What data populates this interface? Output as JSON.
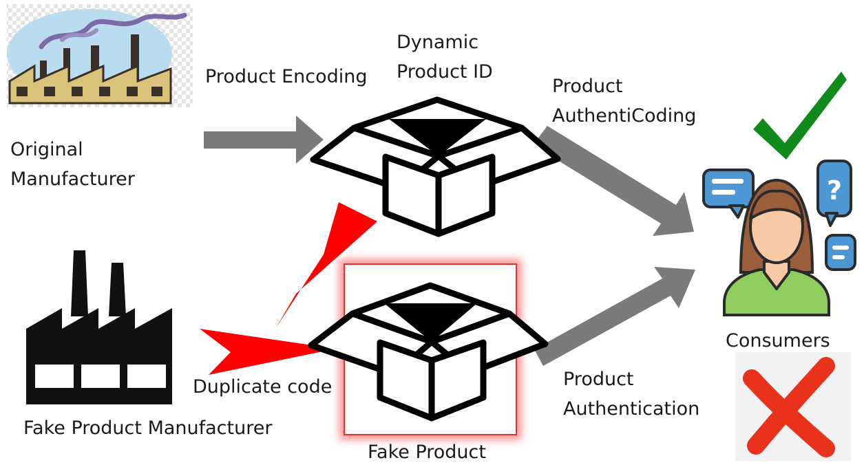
{
  "diagram": {
    "labels": {
      "dynamic_product_id_1": "Dynamic",
      "dynamic_product_id_2": "Product ID",
      "product_encoding": "Product Encoding",
      "product_authenticoding_1": "Product",
      "product_authenticoding_2": "AuthentiCoding",
      "original_manufacturer_1": "Original",
      "original_manufacturer_2": "Manufacturer",
      "consumers": "Consumers",
      "duplicate_code": "Duplicate code",
      "fake_product_manufacturer": "Fake Product Manufacturer",
      "product_authentication_1": "Product",
      "product_authentication_2": "Authentication",
      "fake_product": "Fake Product"
    },
    "colors": {
      "gray_arrow": "#7b7b7b",
      "red_arrow": "#ff0000",
      "check": "#0f8a1b",
      "cross": "#e8321c",
      "fake_box_frame": "#e83030",
      "consumer_shirt": "#8fce5e",
      "consumer_hair": "#9a5f3a",
      "consumer_skin": "#f6c8a3",
      "bubble": "#4d97d4"
    },
    "icons": [
      "factory-color-icon",
      "factory-silhouette-icon",
      "open-box-icon",
      "consumer-icon",
      "checkmark-icon",
      "cross-icon"
    ]
  }
}
